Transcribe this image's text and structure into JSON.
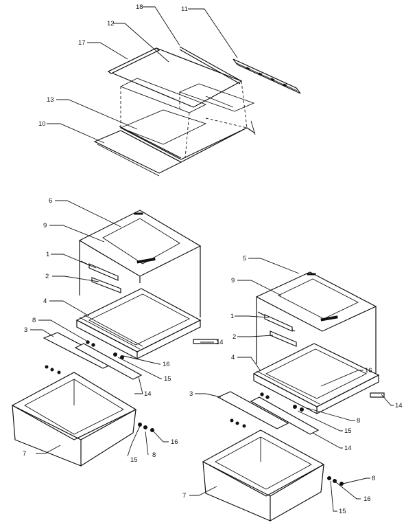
{
  "callouts": {
    "c18": "18",
    "c12": "12",
    "c11": "11",
    "c17": "17",
    "c13": "13",
    "c10": "10",
    "left_6": "6",
    "left_9": "9",
    "left_1": "1",
    "left_2": "2",
    "left_4": "4",
    "left_8": "8",
    "left_3": "3",
    "left_14a": "14",
    "left_16": "16",
    "left_15": "15",
    "left_14b": "14",
    "left_7": "7",
    "left_15b": "15",
    "left_8b": "8",
    "left_16b": "16",
    "right_5": "5",
    "right_9": "9",
    "right_1": "1",
    "right_2": "2",
    "right_4": "4",
    "right_16": "16",
    "right_14a": "14",
    "right_8": "8",
    "right_3": "3",
    "right_15": "15",
    "right_14b": "14",
    "right_7": "7",
    "right_8b": "8",
    "right_16b": "16",
    "right_15b": "15"
  }
}
